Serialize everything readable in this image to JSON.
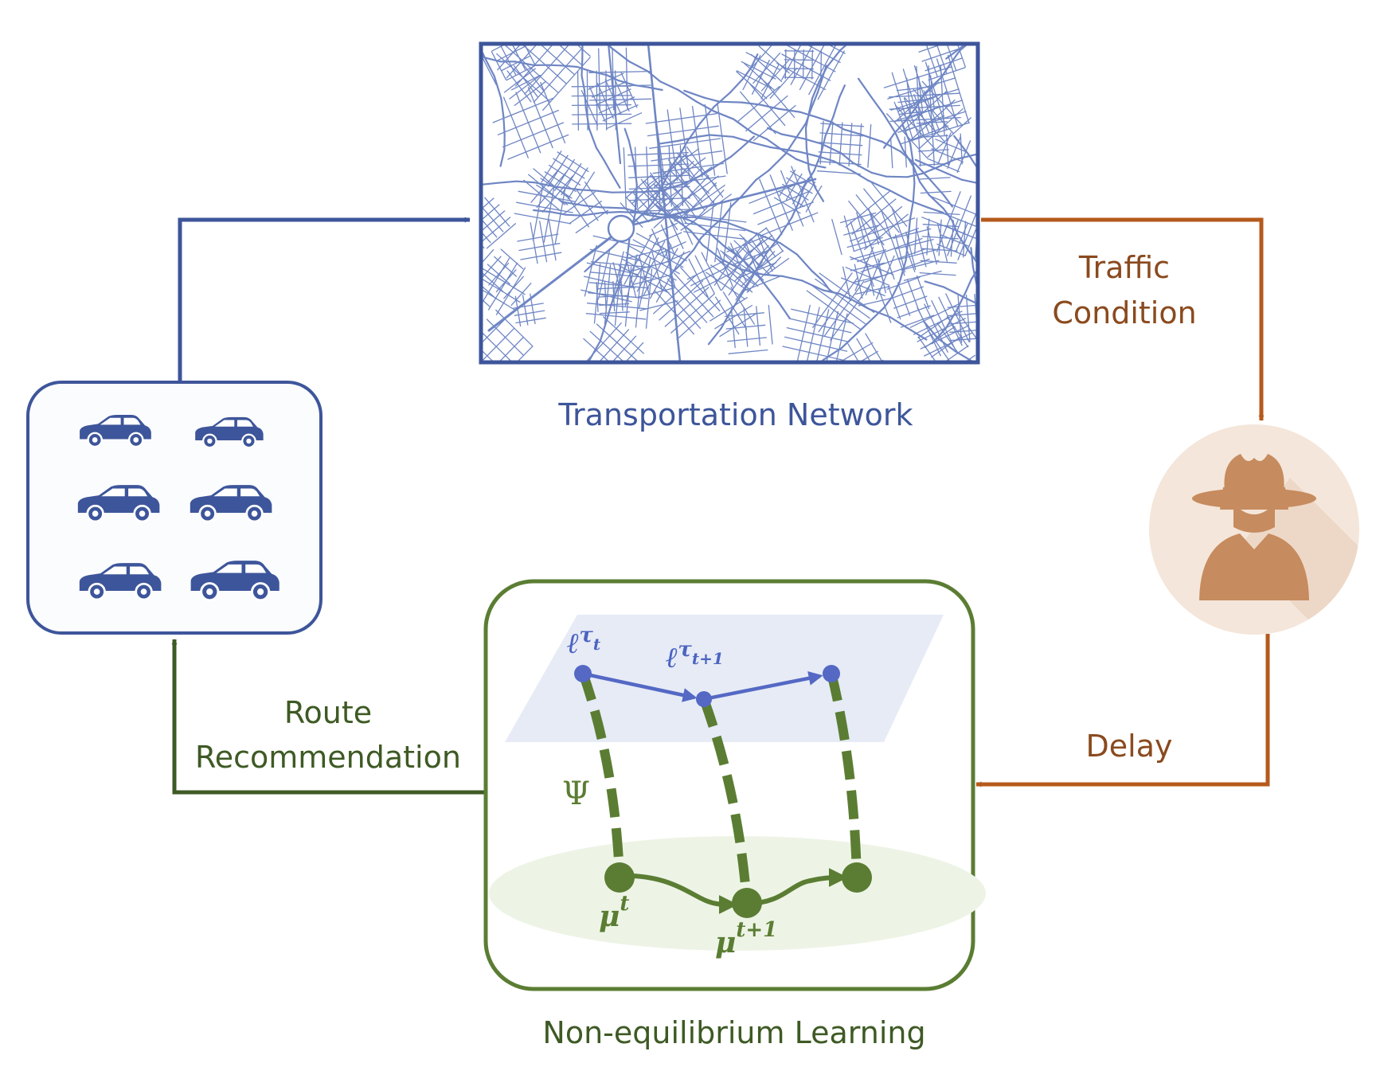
{
  "labels": {
    "transportation_network": "Transportation Network",
    "traffic_line1": "Traffic",
    "traffic_line2": "Condition",
    "delay": "Delay",
    "route_line1": "Route",
    "route_line2": "Recommendation",
    "learning": "Non-equilibrium Learning"
  },
  "math": {
    "ell": "ℓ",
    "ell_sup_1": "τ",
    "ell_sub_1": "t",
    "ell_sup_2": "τ",
    "ell_sub_2": "t+1",
    "psi": "Ψ",
    "mu": "μ",
    "mu_sup_1": "t",
    "mu_sup_2": "t+1"
  },
  "icons": {
    "vehicles": "car-icon",
    "attacker": "spy-icon",
    "network": "street-map"
  },
  "colors": {
    "blue": "#3d559a",
    "orange": "#b55a1c",
    "green": "#5b7d33",
    "dark_green": "#3e5a24",
    "node_blue": "#5468c4",
    "map_line": "#6f86c4",
    "spy_bg": "#f4e6da",
    "spy_fg": "#c68b5e"
  }
}
